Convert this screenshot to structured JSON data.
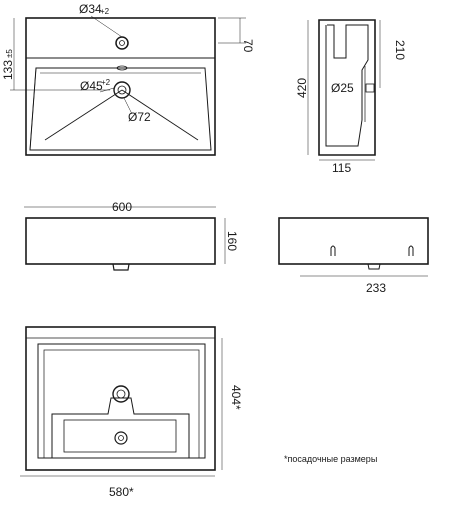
{
  "dimensions": {
    "top_view": {
      "tap_hole_diameter": "Ø34",
      "tap_hole_tolerance": "+2",
      "tap_hole_offset": "70",
      "drain_diameter": "Ø45",
      "drain_tolerance": "+2",
      "bowl_radius": "Ø72",
      "depth_to_drain": "133",
      "depth_tolerance": "±5"
    },
    "side_section": {
      "height_total": "420",
      "height_upper": "210",
      "overflow_diameter": "Ø25",
      "base_depth": "115"
    },
    "front_view": {
      "width": "600",
      "height": "160"
    },
    "rear_view": {
      "width": "233"
    },
    "cutout_view": {
      "width": "580*",
      "depth": "404*"
    }
  },
  "note": "*посадочные размеры"
}
